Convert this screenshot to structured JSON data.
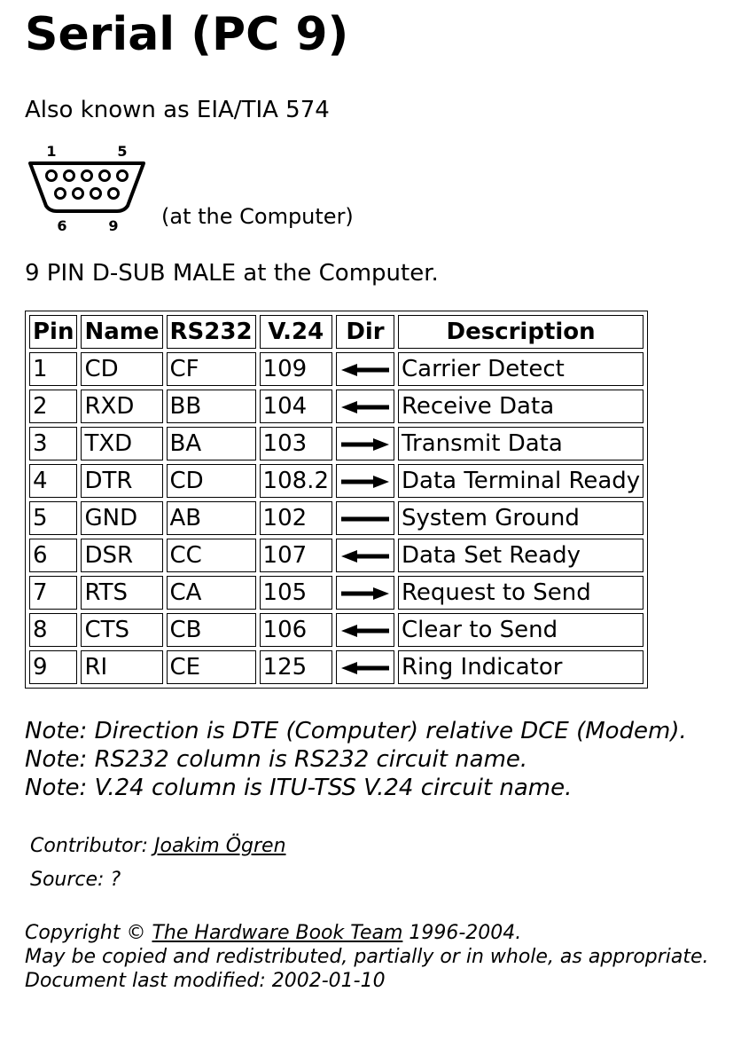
{
  "title": "Serial (PC 9)",
  "aka": "Also known as EIA/TIA 574",
  "connector": {
    "pin_top_left": "1",
    "pin_top_right": "5",
    "pin_bottom_left": "6",
    "pin_bottom_right": "9",
    "caption": "(at the Computer)"
  },
  "pin_caption": "9 PIN D-SUB MALE at the Computer.",
  "table": {
    "headers": [
      "Pin",
      "Name",
      "RS232",
      "V.24",
      "Dir",
      "Description"
    ],
    "rows": [
      {
        "pin": "1",
        "name": "CD",
        "rs232": "CF",
        "v24": "109",
        "dir": "in",
        "desc": "Carrier Detect"
      },
      {
        "pin": "2",
        "name": "RXD",
        "rs232": "BB",
        "v24": "104",
        "dir": "in",
        "desc": "Receive Data"
      },
      {
        "pin": "3",
        "name": "TXD",
        "rs232": "BA",
        "v24": "103",
        "dir": "out",
        "desc": "Transmit Data"
      },
      {
        "pin": "4",
        "name": "DTR",
        "rs232": "CD",
        "v24": "108.2",
        "dir": "out",
        "desc": "Data Terminal Ready"
      },
      {
        "pin": "5",
        "name": "GND",
        "rs232": "AB",
        "v24": "102",
        "dir": "none",
        "desc": "System Ground"
      },
      {
        "pin": "6",
        "name": "DSR",
        "rs232": "CC",
        "v24": "107",
        "dir": "in",
        "desc": "Data Set Ready"
      },
      {
        "pin": "7",
        "name": "RTS",
        "rs232": "CA",
        "v24": "105",
        "dir": "out",
        "desc": "Request to Send"
      },
      {
        "pin": "8",
        "name": "CTS",
        "rs232": "CB",
        "v24": "106",
        "dir": "in",
        "desc": "Clear to Send"
      },
      {
        "pin": "9",
        "name": "RI",
        "rs232": "CE",
        "v24": "125",
        "dir": "in",
        "desc": "Ring Indicator"
      }
    ]
  },
  "notes": [
    "Note: Direction is DTE (Computer) relative DCE (Modem).",
    "Note: RS232 column is RS232 circuit name.",
    "Note: V.24 column is ITU-TSS V.24 circuit name."
  ],
  "credits": {
    "contributor_label": "Contributor: ",
    "contributor_name": "Joakim Ögren",
    "source": "Source: ?"
  },
  "copyright": {
    "prefix": "Copyright © ",
    "team_link": "The Hardware Book Team",
    "years": " 1996-2004.",
    "line2": "May be copied and redistributed, partially or in whole, as appropriate.",
    "line3": "Document last modified: 2002-01-10"
  }
}
